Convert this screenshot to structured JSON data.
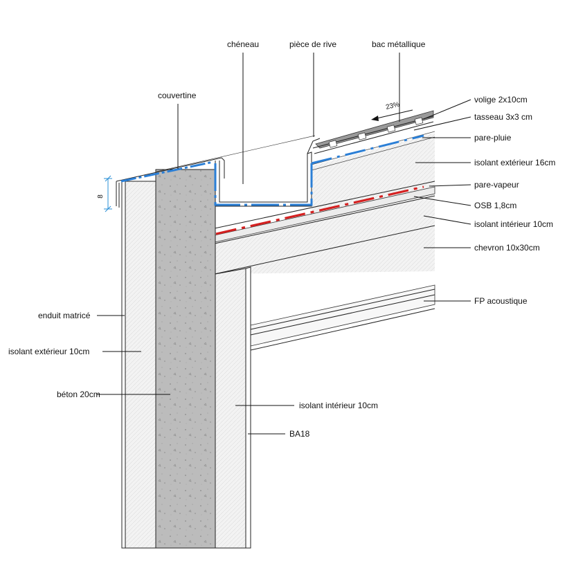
{
  "labels": {
    "cheneau": "chéneau",
    "piece_de_rive": "pièce de rive",
    "bac_metallique": "bac métallique",
    "couvertine": "couvertine",
    "volige": "volige 2x10cm",
    "tasseau": "tasseau 3x3 cm",
    "pare_pluie": "pare-pluie",
    "isolant_ext_16": "isolant extérieur 16cm",
    "pare_vapeur": "pare-vapeur",
    "osb": "OSB 1,8cm",
    "isolant_int_10_roof": "isolant intérieur 10cm",
    "chevron": "chevron 10x30cm",
    "fp_acoustique": "FP acoustique",
    "enduit": "enduit matricé",
    "isolant_ext_10": "isolant extérieur 10cm",
    "beton": "béton 20cm",
    "isolant_int_10_wall": "isolant intérieur 10cm",
    "ba18": "BA18",
    "slope": "23%",
    "dim": "8"
  },
  "colors": {
    "pare_pluie": "#2b7fd6",
    "pare_vapeur": "#d42020",
    "concrete": "#bdbdbd",
    "insulation": "#f1f1f1",
    "metal": "#9a9a9a",
    "dimension": "#2a8fd6"
  }
}
